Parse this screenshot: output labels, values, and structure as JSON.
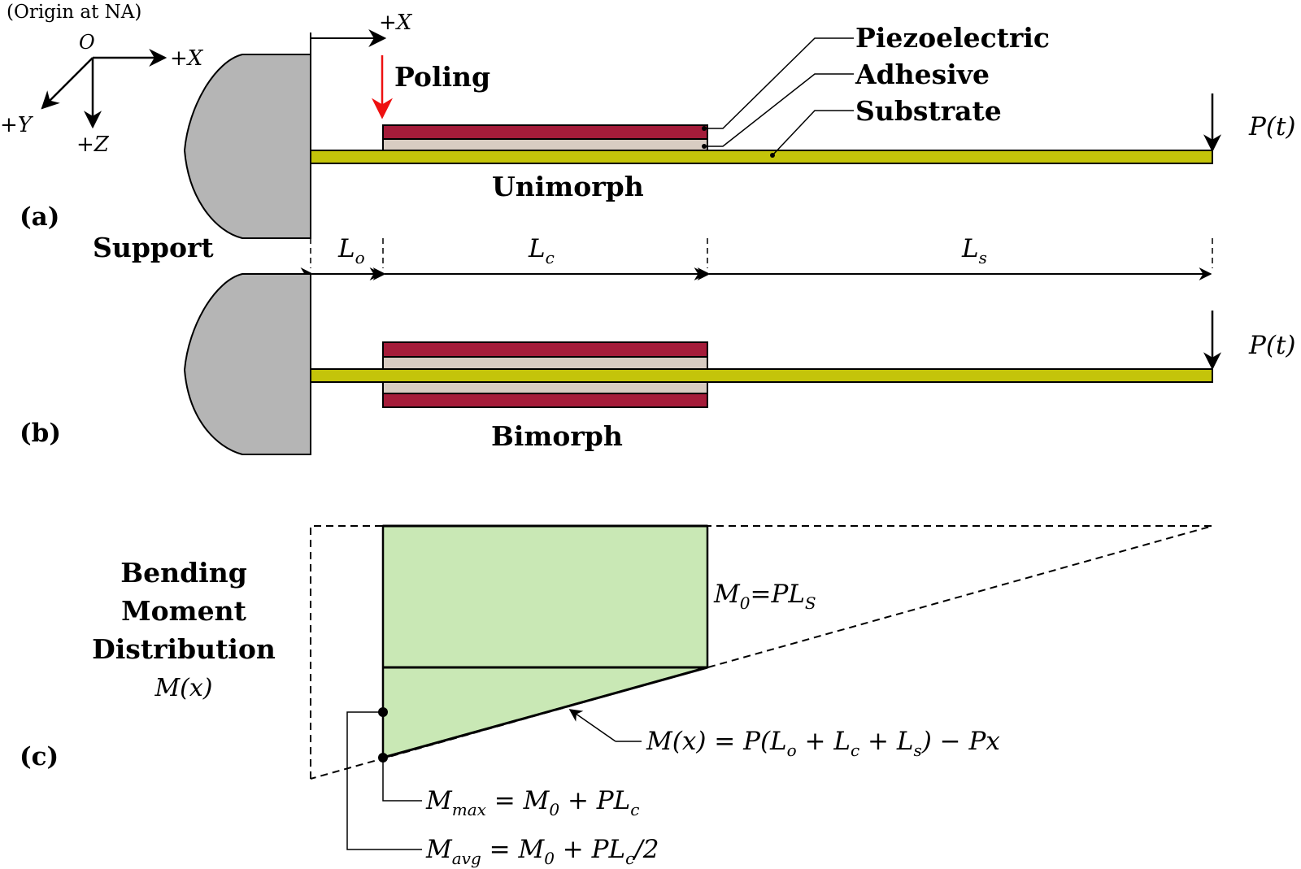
{
  "colors": {
    "support": "#b5b5b5",
    "substrate": "#c4c40a",
    "piezo": "#a51c3a",
    "adhesive": "#d8ccc2",
    "moment_fill": "#c9e8b5",
    "poling_arrow": "#ee1111",
    "line": "#000000"
  },
  "coords": {
    "origin_note": "(Origin at NA)",
    "origin": "O",
    "x_axis": "+X",
    "y_axis": "+Y",
    "z_axis": "+Z",
    "x_ref": "+X"
  },
  "labels": {
    "panel_a": "(a)",
    "panel_b": "(b)",
    "panel_c": "(c)",
    "support": "Support",
    "poling": "Poling",
    "piezoelectric": "Piezoelectric",
    "adhesive": "Adhesive",
    "substrate": "Substrate",
    "unimorph": "Unimorph",
    "bimorph": "Bimorph",
    "load_a": "P(t)",
    "load_b": "P(t)"
  },
  "dimensions": {
    "lo": "L",
    "lo_sub": "o",
    "lc": "L",
    "lc_sub": "c",
    "ls": "L",
    "ls_sub": "s"
  },
  "moment": {
    "title_line1": "Bending",
    "title_line2": "Moment",
    "title_line3": "Distribution",
    "title_line4": "M(x)",
    "m0": "M",
    "m0_sub": "0",
    "m0_rhs": "=PL",
    "m0_rhs_sub": "S",
    "eq_mx": "M(x) = P(L",
    "eq_o": "o",
    "eq_plus1": " + L",
    "eq_c": "c",
    "eq_plus2": " + L",
    "eq_s": "s",
    "eq_end": ") − Px",
    "mmax": "M",
    "mmax_sub": "max",
    "mmax_rhs": " = M",
    "mmax_rhs_sub": "0",
    "mmax_tail": " + PL",
    "mmax_tail_sub": "c",
    "mavg": "M",
    "mavg_sub": "avg",
    "mavg_rhs": " = M",
    "mavg_rhs_sub": "0",
    "mavg_tail": " + PL",
    "mavg_tail_sub": "c",
    "mavg_end": "/2"
  }
}
